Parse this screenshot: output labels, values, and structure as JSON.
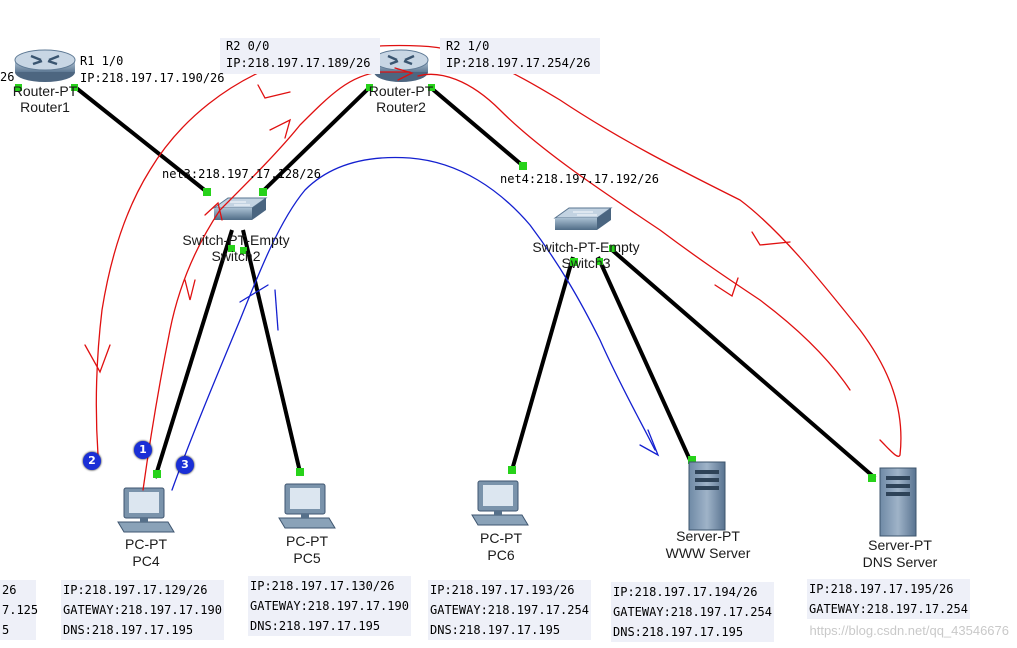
{
  "devices": {
    "router1": {
      "type": "Router-PT",
      "name": "Router1",
      "iface": "R1 1/0",
      "ip": "IP:218.197.17.190/26",
      "cut_left": "26"
    },
    "router2": {
      "type": "Router-PT",
      "name": "Router2",
      "iface_left": "R2 0/0",
      "ip_left": "IP:218.197.17.189/26",
      "iface_right": "R2 1/0",
      "ip_right": "IP:218.197.17.254/26"
    },
    "switch2": {
      "type": "Switch-PT-Empty",
      "name": "Switch2",
      "net": "net3:218.197.17.128/26"
    },
    "switch3": {
      "type": "Switch-PT-Empty",
      "name": "Switch3",
      "net": "net4:218.197.17.192/26"
    },
    "pc4": {
      "type": "PC-PT",
      "name": "PC4",
      "ip": "IP:218.197.17.129/26",
      "gateway": "GATEWAY:218.197.17.190",
      "dns": "DNS:218.197.17.195"
    },
    "pc5": {
      "type": "PC-PT",
      "name": "PC5",
      "ip": "IP:218.197.17.130/26",
      "gateway": "GATEWAY:218.197.17.190",
      "dns": "DNS:218.197.17.195"
    },
    "pc6": {
      "type": "PC-PT",
      "name": "PC6",
      "ip": "IP:218.197.17.193/26",
      "gateway": "GATEWAY:218.197.17.254",
      "dns": "DNS:218.197.17.195"
    },
    "www": {
      "type": "Server-PT",
      "name": "WWW Server",
      "ip": "IP:218.197.17.194/26",
      "gateway": "GATEWAY:218.197.17.254",
      "dns": "DNS:218.197.17.195"
    },
    "dns": {
      "type": "Server-PT",
      "name": "DNS Server",
      "ip": "IP:218.197.17.195/26",
      "gateway": "GATEWAY:218.197.17.254"
    }
  },
  "partial_left": {
    "line1": "26",
    "line2": "7.125",
    "line3": "5"
  },
  "badges": [
    "1",
    "2",
    "3"
  ],
  "colors": {
    "link": "#000000",
    "port": "#27d21a",
    "path_red": "#e01010",
    "path_blue": "#1420d0",
    "badge": "#1a2fd6"
  },
  "watermark": "https://blog.csdn.net/qq_43546676"
}
